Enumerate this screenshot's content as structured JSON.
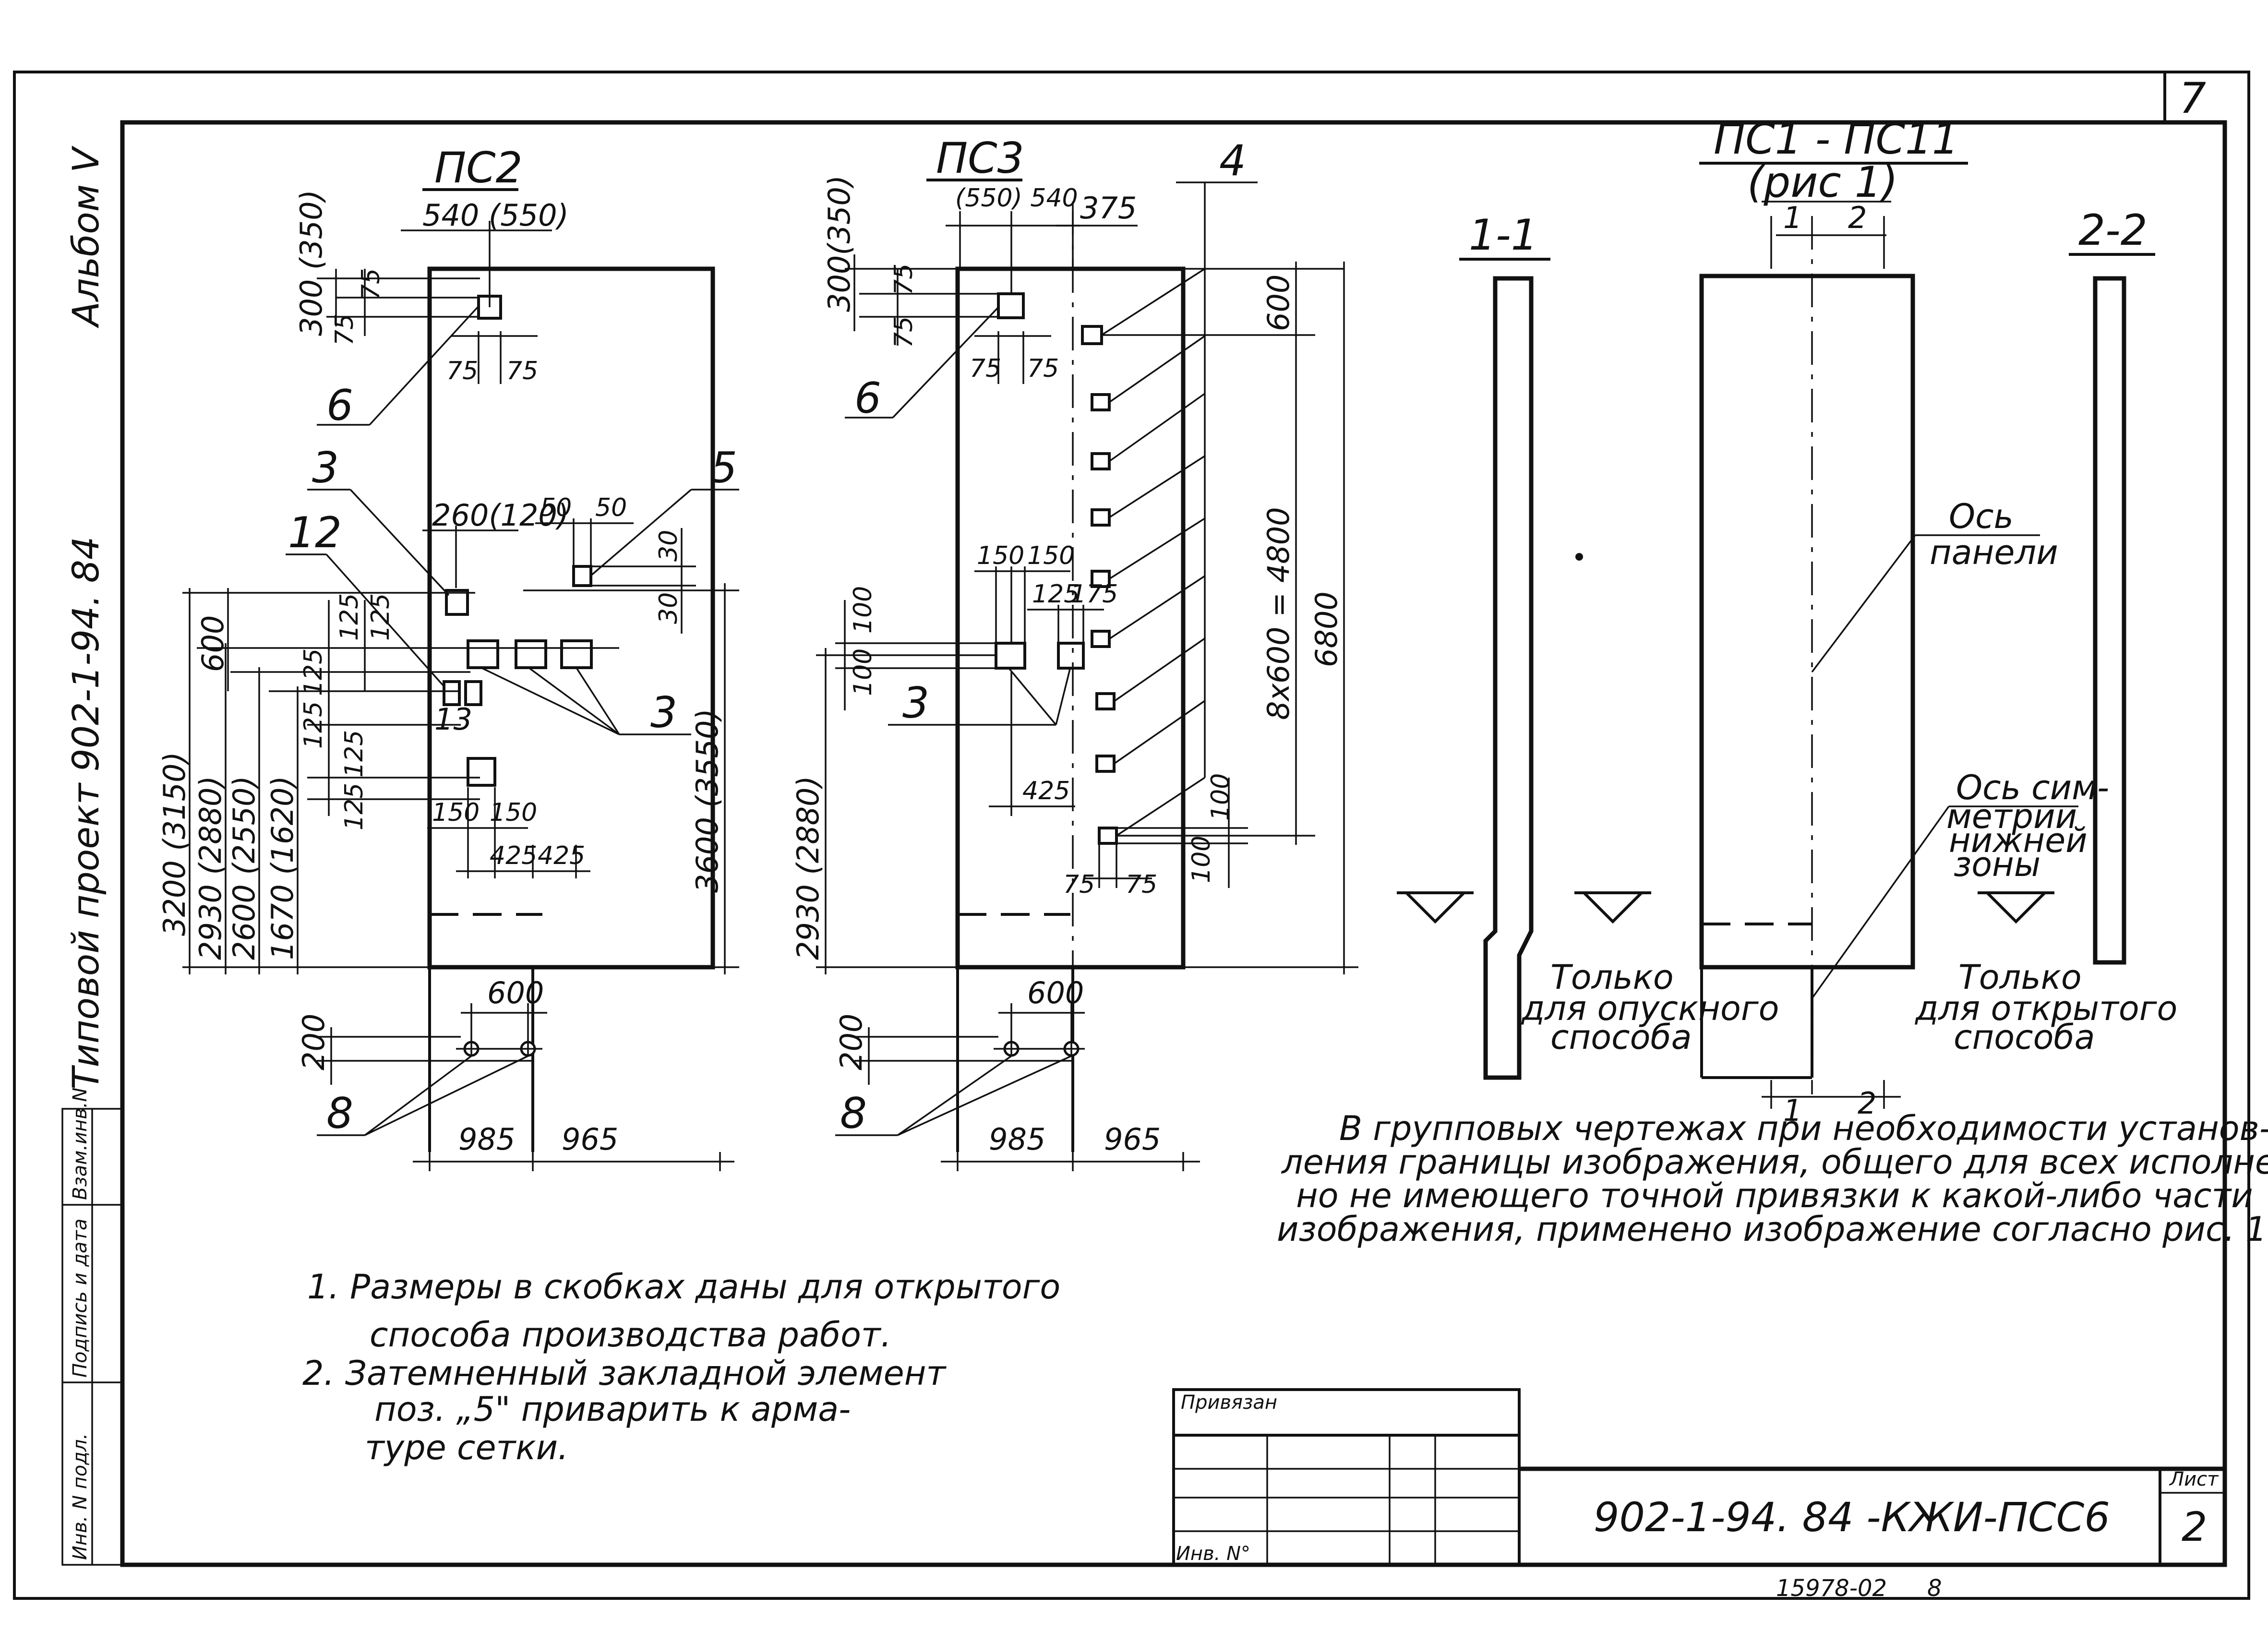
{
  "sheet": {
    "sheet_number": "7",
    "side_strip": {
      "project": "Типовой проект 902-1-94. 84",
      "album": "Альбом V",
      "stamp_cells": [
        "Инв. N подл.",
        "Подпись и дата",
        "Взам.инв.N"
      ]
    }
  },
  "ps2": {
    "title": "ПС2",
    "dims": {
      "width_top": "540 (550)",
      "d300": "300 (350)",
      "d75a": "75",
      "d75b": "75",
      "d75c": "75",
      "d75d": "75",
      "d260": "260(120)",
      "d50a": "50",
      "d50b": "50",
      "d30a": "30",
      "d30b": "30",
      "d600": "600",
      "d125a": "125",
      "d125b": "125",
      "d125c": "125",
      "d125d": "125",
      "d125e": "125",
      "d125f": "125",
      "d150a": "150",
      "d150b": "150",
      "d425a": "425",
      "d425b": "425",
      "d3200": "3200 (3150)",
      "d2930": "2930 (2880)",
      "d2600": "2600 (2550)",
      "d1670": "1670 (1620)",
      "d3600": "3600 (3550)",
      "d600b": "600",
      "d200": "200",
      "d985": "985",
      "d965": "965"
    },
    "callouts": [
      "6",
      "3",
      "12",
      "5",
      "13",
      "3",
      "8"
    ]
  },
  "ps3": {
    "title": "ПС3",
    "dims": {
      "width_top": "(550) 540",
      "d375": "375",
      "d300": "300(350)",
      "d75a": "75",
      "d75b": "75",
      "d75c": "75",
      "d75d": "75",
      "d150a": "150",
      "d150b": "150",
      "d125": "125",
      "d175": "175",
      "d100a": "100",
      "d100b": "100",
      "d425": "425",
      "d2930": "2930 (2880)",
      "d600top": "600",
      "d8x600": "8x600 = 4800",
      "d6800": "6800",
      "d100c": "100",
      "d100d": "100",
      "d75e": "75",
      "d75f": "75",
      "d600b": "600",
      "d200": "200",
      "d985": "985",
      "d965": "965"
    },
    "callouts": [
      "4",
      "6",
      "3",
      "8"
    ]
  },
  "pc1": {
    "title": "ПС1 - ПС11",
    "subtitle": "(рис 1)",
    "section_a": "1-1",
    "section_b": "2-2",
    "mark1": "1",
    "mark2": "2",
    "mark1b": "1",
    "mark2b": "2",
    "axis_panel": [
      "Ось",
      "панели"
    ],
    "axis_sym": [
      "Ось сим-",
      "метрии",
      "нижней",
      "зоны"
    ],
    "only_lower": [
      "Только",
      "для опускного",
      "способа"
    ],
    "only_open": [
      "Только",
      "для открытого",
      "способа"
    ]
  },
  "right_note": [
    "В групповых чертежах при необходимости установ-",
    "ления границы изображения, общего для всех исполнений,",
    "но не имеющего точной привязки к какой-либо части",
    "изображения, применено изображение согласно рис. 1"
  ],
  "notes": [
    "1.  Размеры в скобках даны для открытого",
    "способа производства работ.",
    "2.  Затемненный закладной элемент",
    "поз. „5\" приварить к арма-",
    "туре сетки."
  ],
  "title_block": {
    "privyazan": "Привязан",
    "inv_no": "Инв. N°",
    "code": "902-1-94. 84 -КЖИ-ПСС6",
    "list_label": "Лист",
    "list_no": "2",
    "bottom_code": "15978-02",
    "bottom_num": "8"
  }
}
